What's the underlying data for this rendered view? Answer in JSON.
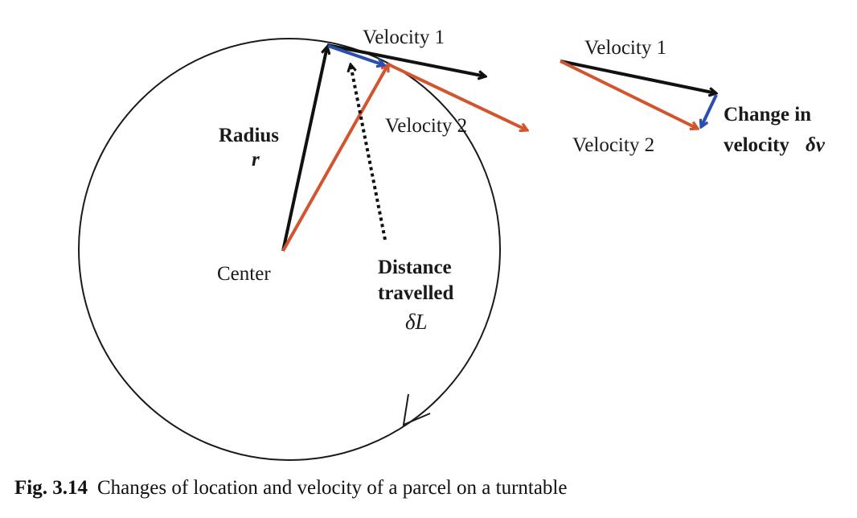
{
  "labels": {
    "velocity1_top": "Velocity 1",
    "velocity2_left": "Velocity 2",
    "radius": "Radius",
    "radius_symbol": "r",
    "center": "Center",
    "distance_line1": "Distance",
    "distance_line2": "travelled",
    "distance_symbol": "δL",
    "velocity1_right": "Velocity 1",
    "velocity2_right": "Velocity 2",
    "change_line1": "Change in",
    "change_line2": "velocity",
    "change_symbol": "δv"
  },
  "caption": {
    "figure_number": "Fig. 3.14",
    "text": "Changes of location and velocity of a parcel on a turntable"
  },
  "colors": {
    "black_arrow": "#111111",
    "orange_arrow": "#d2552f",
    "blue_arrow": "#2b4fb0",
    "circle": "#1a1a1a"
  }
}
